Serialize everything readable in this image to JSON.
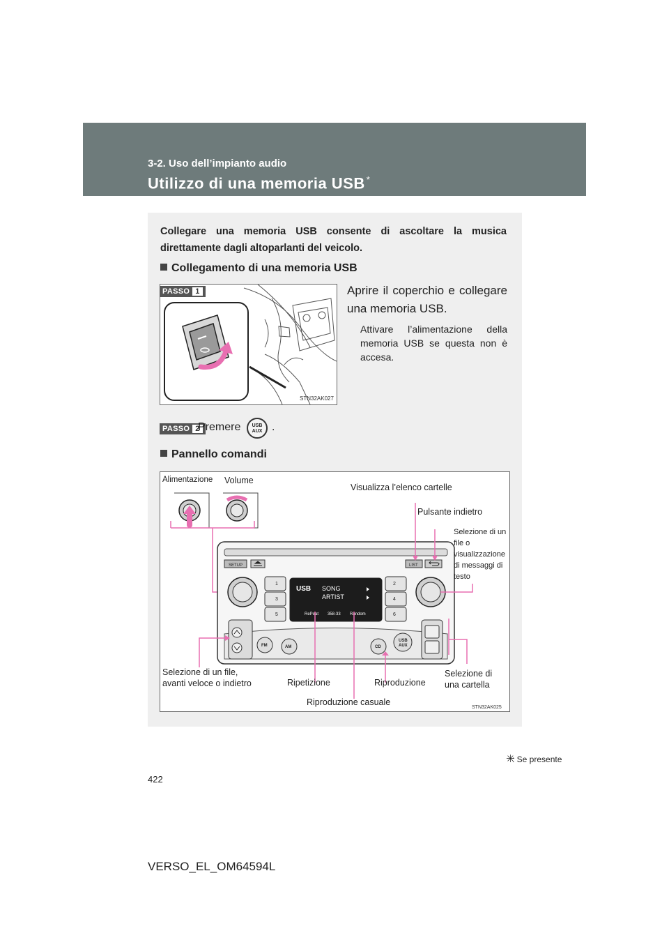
{
  "header": {
    "section": "3-2. Uso dell’impianto audio",
    "title": "Utilizzo di una memoria USB",
    "title_mark": "*"
  },
  "intro": "Collegare una memoria USB consente di ascoltare la musica direttamente dagli altoparlanti del veicolo.",
  "section1": {
    "heading": "Collegamento di una memoria USB",
    "step1": {
      "badge": "PASSO",
      "number": "1",
      "text": "Aprire il coperchio e collegare una memoria USB.",
      "note": "Attivare l’alimentazione della memoria USB se questa non è accesa.",
      "figure_code": "STN32AK027"
    },
    "step2": {
      "badge": "PASSO",
      "number": "2",
      "text": "Premere",
      "button_line1": "USB",
      "button_line2": "AUX",
      "end": "."
    }
  },
  "section2": {
    "heading": "Pannello comandi",
    "figure_code": "STN32AK025",
    "labels": {
      "alimentazione": "Alimentazione",
      "volume": "Volume",
      "folders_list": "Visualizza l’elenco cartelle",
      "back": "Pulsante indietro",
      "select_file_text": "Selezione di un file o visualizzazione di messaggi di testo",
      "select_file_ff": "Selezione di un file, avanti veloce o indietro",
      "repeat": "Ripetizione",
      "play": "Riproduzione",
      "select_folder": "Selezione di una cartella",
      "random": "Riproduzione casuale"
    },
    "radio": {
      "setup": "SETUP",
      "list": "LIST",
      "fm": "FM",
      "am": "AM",
      "cd": "CD",
      "usb": "USB",
      "aux": "AUX",
      "song": "SONG",
      "artist": "ARTIST",
      "display_usb": "USB",
      "repeat": "RePeat",
      "time": "358-33",
      "random": "Random",
      "presets": [
        "1",
        "2",
        "3",
        "4",
        "5",
        "6"
      ]
    }
  },
  "footnote": ": Se presente",
  "page_number": "422",
  "doc_code": "VERSO_EL_OM64594L"
}
